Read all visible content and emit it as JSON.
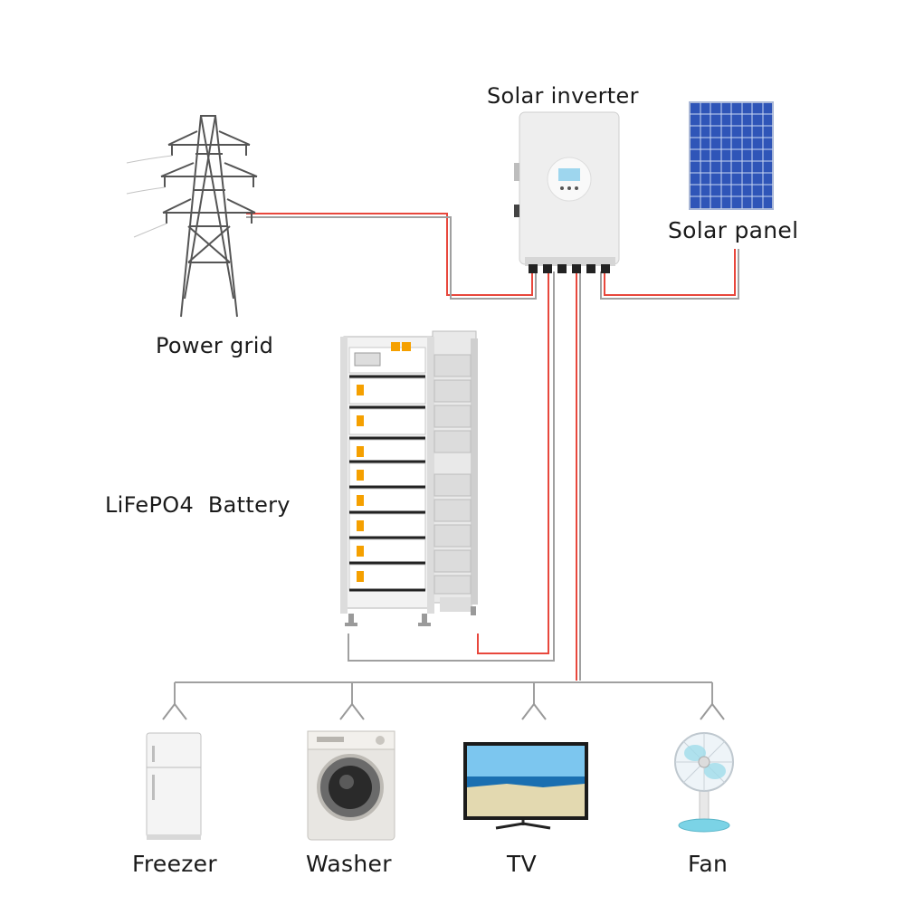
{
  "labels": {
    "solar_inverter": "Solar inverter",
    "solar_panel": "Solar panel",
    "power_grid": "Power grid",
    "battery": "LiFePO4  Battery",
    "freezer": "Freezer",
    "washer": "Washer",
    "tv": "TV",
    "fan": "Fan"
  },
  "colors": {
    "wire_red": "#e8473c",
    "wire_gray": "#9a9a9a",
    "inverter_body": "#eeeeee",
    "panel_blue": "#2f55b8",
    "tv_screen": "#1f8fd6"
  },
  "icons": {
    "inverter": "solar-inverter-icon",
    "panel": "solar-panel-icon",
    "tower": "transmission-tower-icon",
    "battery": "battery-rack-icon",
    "freezer": "refrigerator-icon",
    "washer": "washing-machine-icon",
    "tv": "television-icon",
    "fan": "electric-fan-icon"
  }
}
